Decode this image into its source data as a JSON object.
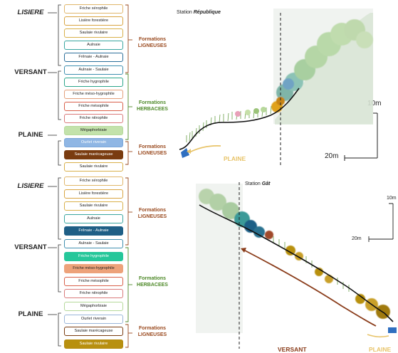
{
  "colors": {
    "ligneuses": "#9a4a1f",
    "herbacees": "#4f8a2a",
    "plaine_label": "#e8c46a",
    "versant_label": "#8a3c1a"
  },
  "top": {
    "zones": {
      "lisiere": "LISIERE",
      "versant": "VERSANT",
      "plaine": "PLAINE"
    },
    "station_prefix": "Station ",
    "station_name": "République",
    "plaine_label": "PLAINE",
    "scale_v": "10m",
    "scale_h": "20m",
    "groups": [
      {
        "line1": "Formations",
        "line2": "LIGNEUSES",
        "color": "#9a4a1f"
      },
      {
        "line1": "Formations",
        "line2": "HERBACEES",
        "color": "#4f8a2a"
      },
      {
        "line1": "Formations",
        "line2": "LIGNEUSES",
        "color": "#9a4a1f"
      }
    ],
    "items": [
      {
        "label": "Friche xérophile",
        "border": "#e0b66a",
        "bg": "#ffffff",
        "text": "#222"
      },
      {
        "label": "Lisière forestière",
        "border": "#d9a441",
        "bg": "#ffffff",
        "text": "#222"
      },
      {
        "label": "Saulaie rivulaire",
        "border": "#d9b04a",
        "bg": "#ffffff",
        "text": "#222"
      },
      {
        "label": "Aulnaie",
        "border": "#3aa6a0",
        "bg": "#ffffff",
        "text": "#222"
      },
      {
        "label": "Frênaie - Aulnaie",
        "border": "#2c6f9a",
        "bg": "#ffffff",
        "text": "#222"
      },
      {
        "label": "Aulnaie - Saulaie",
        "border": "#3f8fb0",
        "bg": "#ffffff",
        "text": "#222"
      },
      {
        "label": "Friche hygrophile",
        "border": "#2ca68a",
        "bg": "#ffffff",
        "text": "#222"
      },
      {
        "label": "Friche méso-hygrophile",
        "border": "#e4a07a",
        "bg": "#ffffff",
        "text": "#222"
      },
      {
        "label": "Friche mésophile",
        "border": "#d9604a",
        "bg": "#ffffff",
        "text": "#222"
      },
      {
        "label": "Friche nitrophile",
        "border": "#d97a7a",
        "bg": "#ffffff",
        "text": "#222"
      },
      {
        "label": "Mégaphorbiaie",
        "border": "#b5d99a",
        "bg": "#c3e2ab",
        "text": "#222"
      },
      {
        "label": "Ourlet riverain",
        "border": "#7aa6d9",
        "bg": "#8fb6e4",
        "text": "#ffffff"
      },
      {
        "label": "Saulaie marécageuse",
        "border": "#7a3c10",
        "bg": "#7a3c10",
        "text": "#ffffff"
      },
      {
        "label": "Saulaie rivulaire",
        "border": "#d9b04a",
        "bg": "#ffffff",
        "text": "#222"
      }
    ]
  },
  "bottom": {
    "zones": {
      "lisiere": "LISIERE",
      "versant": "VERSANT",
      "plaine": "PLAINE"
    },
    "station_prefix": "Station ",
    "station_name": "Gât",
    "versant_label": "VERSANT",
    "plaine_label": "PLAINE",
    "scale_v": "10m",
    "scale_h": "20m",
    "groups": [
      {
        "line1": "Formations",
        "line2": "LIGNEUSES",
        "color": "#9a4a1f"
      },
      {
        "line1": "Formations",
        "line2": "HERBACEES",
        "color": "#4f8a2a"
      },
      {
        "line1": "Formations",
        "line2": "LIGNEUSES",
        "color": "#9a4a1f"
      }
    ],
    "items": [
      {
        "label": "Friche xérophile",
        "border": "#e0b66a",
        "bg": "#ffffff",
        "text": "#222"
      },
      {
        "label": "Lisière forestière",
        "border": "#d9a441",
        "bg": "#ffffff",
        "text": "#222"
      },
      {
        "label": "Saulaie rivulaire",
        "border": "#d9b04a",
        "bg": "#ffffff",
        "text": "#222"
      },
      {
        "label": "Aulnaie",
        "border": "#3aa6a0",
        "bg": "#ffffff",
        "text": "#222"
      },
      {
        "label": "Frênaie - Aulnaie",
        "border": "#1f5f86",
        "bg": "#1f5f86",
        "text": "#ffffff"
      },
      {
        "label": "Aulnaie - Saulaie",
        "border": "#3f8fb0",
        "bg": "#ffffff",
        "text": "#222"
      },
      {
        "label": "Friche hygrophile",
        "border": "#25c79a",
        "bg": "#25c79a",
        "text": "#ffffff"
      },
      {
        "label": "Friche méso-hygrophile",
        "border": "#eda27a",
        "bg": "#eda27a",
        "text": "#222"
      },
      {
        "label": "Friche mésophile",
        "border": "#d9604a",
        "bg": "#ffffff",
        "text": "#222"
      },
      {
        "label": "Friche nitrophile",
        "border": "#d97a7a",
        "bg": "#ffffff",
        "text": "#222"
      },
      {
        "label": "Mégaphorbiaie",
        "border": "#b5d99a",
        "bg": "#ffffff",
        "text": "#222"
      },
      {
        "label": "Ourlet riverain",
        "border": "#9ab6d9",
        "bg": "#ffffff",
        "text": "#222"
      },
      {
        "label": "Saulaie marécageuse",
        "border": "#7a3c10",
        "bg": "#ffffff",
        "text": "#222"
      },
      {
        "label": "Saulaie rivulaire",
        "border": "#b58a10",
        "bg": "#b8900f",
        "text": "#ffffff"
      }
    ]
  }
}
